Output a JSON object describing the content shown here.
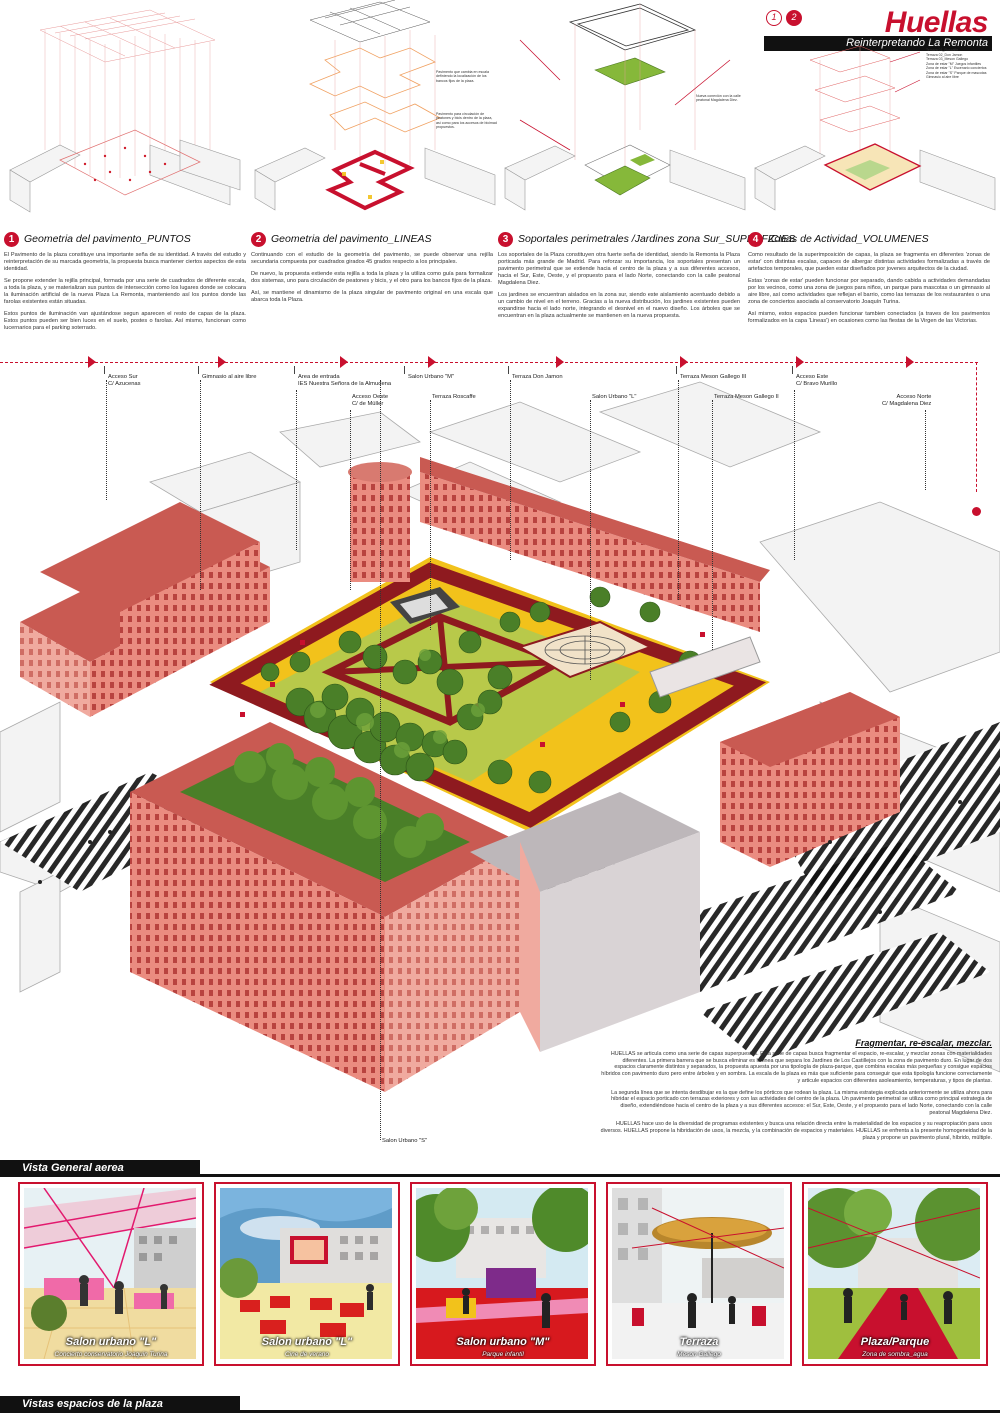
{
  "header": {
    "numbers": [
      "1",
      "2"
    ],
    "title": "Huellas",
    "subtitle": "Reinterpretando La Remonta"
  },
  "diagrams": {
    "d2_notes": [
      "Pavimento que cambia en escala definiendo la localización de los bancos fijos de la plaza.",
      "Pavimento para circulación de peatones y bicis dentro de la plaza, así como para los accesos de bicimad propuestos."
    ],
    "d3_notes": [
      "Nueva conexión con la calle peatonal Magdalena Diez."
    ],
    "d4_legend": [
      "Terraza 01_Roscaffe",
      "Terraza 02_Don Jamon",
      "Terraza 03_Meson Gallego",
      "Zona de estar \"M\" Juegos infantiles",
      "Zona de estar \"L\" Escenario conciertos",
      "Zona de estar \"S\" Parque de mascotas",
      "Gimnasio al aire libre"
    ]
  },
  "columns": [
    {
      "num": "1",
      "title": "Geometria del pavimento_PUNTOS",
      "paragraphs": [
        "El Pavimento de la plaza constituye una importante seña de su identidad. A través del estudio y reinterpretación de su marcada geometría, la propuesta busca mantener ciertos aspectos de esta identidad.",
        "Se propone extender la rejilla principal, formada por una serie de cuadrados de diferente escala, a toda la plaza, y se materializan sus puntos de intersección como los lugares donde se colocara la iluminación artificial de la nueva Plaza La Remonta, manteniendo así los puntos donde las farolas existentes están situadas.",
        "Estos puntos de iluminación van ajustándose segun aparecen el resto de capas de la plaza. Estos puntos pueden ser bien luces en el suelo, postes o farolas. Así mismo, funcionan como lucernarios para el parking soterrado."
      ]
    },
    {
      "num": "2",
      "title": "Geometria del pavimento_LINEAS",
      "paragraphs": [
        "Continuando con el estudio de la geometría del pavimento, se puede observar una rejilla secundaria compuesta por cuadrados girados 45 grados respecto a los principales.",
        "De nuevo, la propuesta extiende esta rejilla a toda la plaza y la utiliza como guía para formalizar dos sistemas, uno para circulación de peatones y bicis, y el otro para los bancos fijos de la plaza.",
        "Así, se mantiene el dinamismo de la plaza singular de pavimento original en una escala que abarca toda la Plaza."
      ]
    },
    {
      "num": "3",
      "title": "Soportales perimetrales /Jardines zona Sur_SUPERFICIES",
      "paragraphs": [
        "Los soportales de la Plaza constituyen otra fuerte seña de identidad, siendo la Remonta la Plaza porticada más grande de Madrid. Para reforzar su importancia, los soportales presentan un pavimento perimetral que se extiende hacia el centro de la plaza y a sus diferentes accesos, hacia el Sur, Este, Oeste, y el propuesto para el lado Norte, conectando con la calle peatonal Magdalena Diez.",
        "Los jardines se encuentran aislados en la zona sur, siendo este aislamiento acentuado debido a un cambio de nivel en el terreno. Gracias a la nueva distribución, los jardines existentes pueden expandirse hacia el lado norte, integrando el desnivel en el nuevo diseño. Los árboles que se encuentran en la plaza actualmente se mantienen en la nueva propuesta."
      ]
    },
    {
      "num": "4",
      "title": "Zonas de Actividad_VOLUMENES",
      "paragraphs": [
        "Como resultado de la superimposición de capas, la plaza se fragmenta en diferentes 'zonas de estar' con distintas escalas, capaces de albergar distintas actividades formalizadas a través de artefactos temporales, que pueden estar diseñados por jovenes arquitectos de la ciudad.",
        "Estas 'zonas de estar' pueden funcionar por separado, dando cabida a actividades demandadas por los vecinos, como una zona de juegos para niños, un parque para mascotas o un gimnasio al aire libre, así como actividades que reflejan el barrio, como las terrazas de los restaurantes o una zona de conciertos asociada al conservatorio Joaquín Turina.",
        "Así mismo, estos espacios pueden funcionar tambien conectados (a traves de los pavimentos formalizados en la capa 'Lineas') en ocasiones como las fiestas de la Virgen de las Victorias."
      ]
    }
  ],
  "timeline_labels": [
    {
      "text": "Acceso Sur\nC/ Azucenas"
    },
    {
      "text": "Gimnasio al aire libre"
    },
    {
      "text": "Area de entrada\nIES Nuestra Señora de la Almudena"
    },
    {
      "text": "Acceso Oeste\nC/ de Müller"
    },
    {
      "text": "Salon Urbano \"M\""
    },
    {
      "text": "Terraza Roscaffe"
    },
    {
      "text": "Terraza Don Jamon"
    },
    {
      "text": "Salon Urbano \"L\""
    },
    {
      "text": "Terraza Meson Gallego III"
    },
    {
      "text": "Terraza Meson Gallego II"
    },
    {
      "text": "Acceso Este\nC/ Bravo Murillo"
    },
    {
      "text": "Acceso Norte\nC/ Magdalena Diez"
    }
  ],
  "axo_label_bottom": "Salon Urbano \"S\"",
  "explain": {
    "heading": "Fragmentar, re-escalar, mezclar.",
    "paragraphs": [
      "HUELLAS se articula como una serie de capas superpuestas. Esta serie de capas busca fragmentar el espacio, re-escalar, y mezclar zonas con materialidades diferentes. La primera barrera que se busca eliminar es la linea que separa los Jardines de Los Castillejos con la zona de pavimento duro. En lugar de dos espacios claramente distintos y separados, la propuesta apuesta por una tipología de plaza-parque, que combina escalas más pequeñas y consigue espacios híbridos con pavimento duro pero entre árboles y en sombra. La escala de la plaza es más que suficiente para conseguir que esta tipología funcione correctamente y articule espacios con diferentes asoleamiento, temperaturas, y tipos de plantas.",
      "La segunda línea que se intenta desdibujar es la que define los pórticos que rodean la plaza. La misma estrategia explicada anteriormente se utiliza ahora para hibridar el espacio porticado con terrazas exteriores y con las actividades del centro de la plaza. Un pavimento perimetral se utiliza como principal estrategia de diseño, extendiéndose hacia el centro de la plaza y a sus diferentes accesos: el Sur, Este, Oeste, y el propuesto para el lado Norte, conectando con la calle peatonal Magdalena Diez.",
      "HUELLAS hace uso de la diversidad de programas existentes y busca una relación directa entre la materialidad de los espacios y su reapropiación para usos diversos. HUELLAS propone la hibridación de usos, la mezcla, y la combinación de espacios y materiales. HUELLAS se enfrenta a la presente homogeneidad de la plaza y propone un pavimento plural, híbrido, múltiple."
    ]
  },
  "sections": {
    "aerial": "Vista General aerea",
    "views": "Vistas espacios de la plaza"
  },
  "thumbs": [
    {
      "label": "Salon urbano \"L\"",
      "sub": "Concierto conservatorio Joaquin Turina"
    },
    {
      "label": "Salon urbano \"L\"",
      "sub": "Cine de verano"
    },
    {
      "label": "Salon urbano \"M\"",
      "sub": "Parque infantil"
    },
    {
      "label": "Terraza",
      "sub": "Meson Gallego"
    },
    {
      "label": "Plaza/Parque",
      "sub": "Zona de sombra_agua"
    }
  ],
  "colors": {
    "accent": "#c8102e",
    "brick": "#e8867a",
    "brick_dark": "#c95a52",
    "tree": "#4a7f28",
    "yellow": "#f2c21b",
    "dark_red": "#8e1a1f"
  }
}
